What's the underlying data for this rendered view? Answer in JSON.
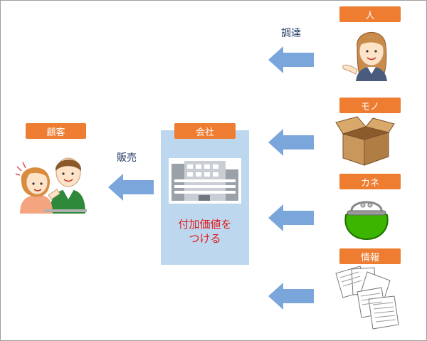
{
  "labels": {
    "customer": "顧客",
    "company": "会社",
    "people": "人",
    "goods": "モノ",
    "money": "カネ",
    "info": "情報"
  },
  "flows": {
    "procure": "調達",
    "sell": "販売"
  },
  "company_value": {
    "line1": "付加価値を",
    "line2": "つける"
  },
  "colors": {
    "label_bg": "#ee7d31",
    "arrow": "#7ba6db",
    "company_bg": "#bdd7ee",
    "value_text": "#e31a1c"
  },
  "icons": {
    "people": "woman-icon",
    "goods": "box-icon",
    "money": "purse-icon",
    "info": "documents-icon",
    "customer": "people-meeting-icon",
    "company": "building-icon"
  }
}
